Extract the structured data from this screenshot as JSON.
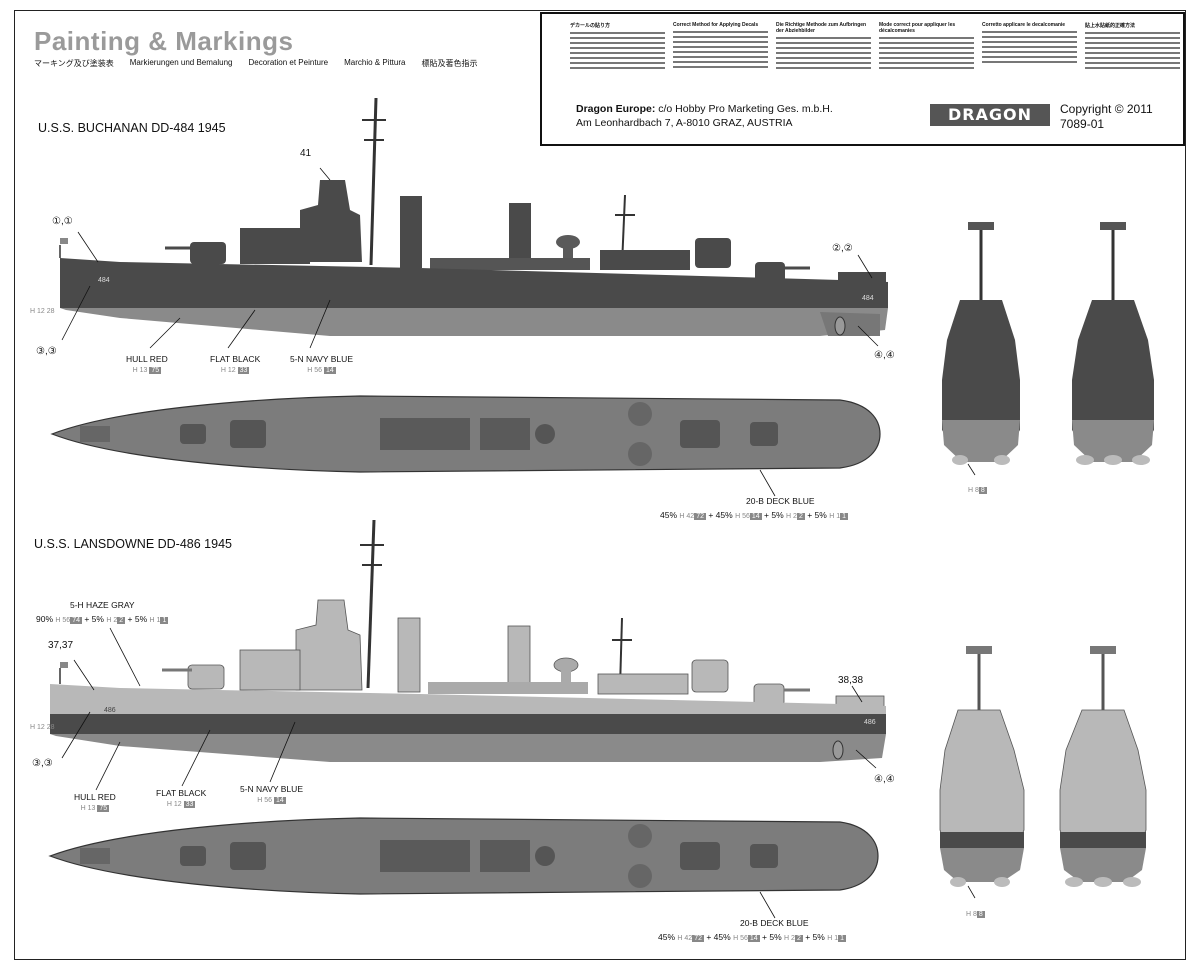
{
  "header": {
    "title": "Painting & Markings",
    "subtitles": [
      "マーキング及び塗装表",
      "Markierungen und Bemalung",
      "Decoration et Peinture",
      "Marchio & Pittura",
      "標貼及著色指示"
    ]
  },
  "infobox": {
    "col_heads": [
      "Correct Method for Applying Decals",
      "Die Richtige Methode zum Aufbringen der Abziehbilder",
      "Mode correct pour appliquer les décalcomanies",
      "Corretto applicare le decalcomanie",
      "貼上水貼紙的正確方法"
    ],
    "address_label": "Dragon Europe:",
    "address_1": " c/o Hobby Pro Marketing Ges. m.b.H.",
    "address_2": "Am Leonhardbach 7, A-8010 GRAZ, AUSTRIA",
    "logo": "DRAGON",
    "copyright": "Copyright © 2011",
    "kit_no": "7089-01"
  },
  "ship1": {
    "name": "U.S.S. BUCHANAN DD-484 1945",
    "hull_no": "484",
    "callouts": {
      "c41": "41",
      "c1": "①,①",
      "c2": "②,②",
      "c3": "③,③",
      "c4": "④,④"
    },
    "small_code": "H 12 28",
    "labels": [
      {
        "text": "HULL RED",
        "code": "H 13",
        "box": "75"
      },
      {
        "text": "FLAT BLACK",
        "code": "H 12",
        "box": "33"
      },
      {
        "text": "5-N NAVY BLUE",
        "code": "H 56",
        "box": "14"
      }
    ],
    "deck_label": "20-B DECK BLUE",
    "deck_mix": [
      "45%",
      "H 42",
      "72",
      "+ 45%",
      "H 56",
      "14",
      "+ 5%",
      "H 2",
      "2",
      "+ 5%",
      "H 1",
      "1"
    ],
    "prop_code": "H 8",
    "prop_box": "8"
  },
  "ship2": {
    "name": "U.S.S. LANSDOWNE DD-486 1945",
    "hull_no": "486",
    "callouts": {
      "c37": "37,37",
      "c3": "③,③",
      "c4": "④,④",
      "c38": "38,38"
    },
    "small_code": "H 12 28",
    "haze_label": "5-H HAZE GRAY",
    "haze_mix": [
      "90%",
      "H 56",
      "74",
      "+ 5%",
      "H 2",
      "2",
      "+ 5%",
      "H 1",
      "1"
    ],
    "labels": [
      {
        "text": "HULL RED",
        "code": "H 13",
        "box": "75"
      },
      {
        "text": "FLAT BLACK",
        "code": "H 12",
        "box": "33"
      },
      {
        "text": "5-N NAVY BLUE",
        "code": "H 56",
        "box": "14"
      }
    ],
    "deck_label": "20-B DECK BLUE",
    "deck_mix": [
      "45%",
      "H 42",
      "72",
      "+ 45%",
      "H 56",
      "14",
      "+ 5%",
      "H 2",
      "2",
      "+ 5%",
      "H 1",
      "1"
    ],
    "prop_code": "H 8",
    "prop_box": "8"
  },
  "colors": {
    "hull_dark": "#4a4a4a",
    "hull_red": "#8a8a8a",
    "deck_blue": "#7c7c7c",
    "haze": "#b8b8b8"
  }
}
